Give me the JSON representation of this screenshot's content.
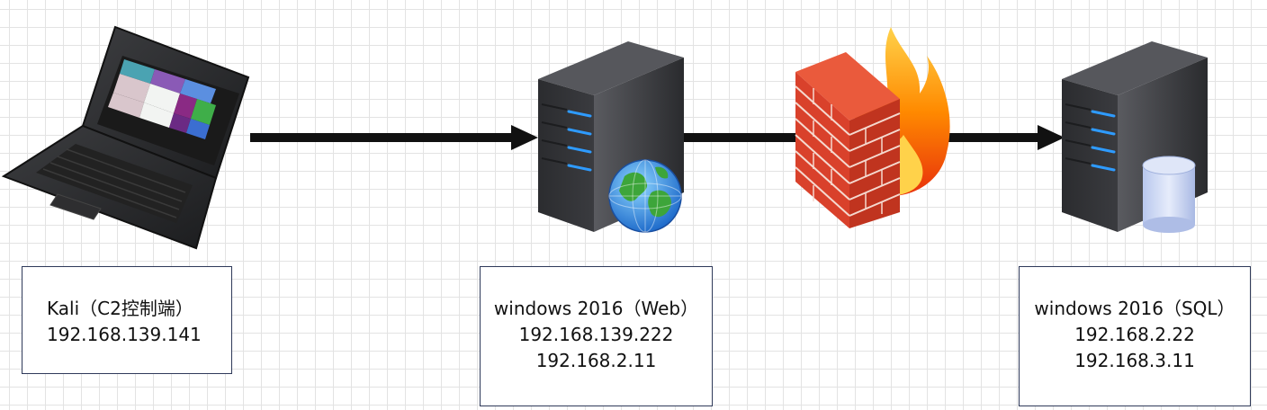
{
  "nodes": {
    "kali": {
      "title": "Kali（C2控制端）",
      "ip1": "192.168.139.141"
    },
    "web": {
      "title": "windows 2016（Web）",
      "ip1": "192.168.139.222",
      "ip2": "192.168.2.11"
    },
    "sql": {
      "title": "windows 2016（SQL）",
      "ip1": "192.168.2.22",
      "ip2": "192.168.3.11"
    }
  },
  "icons": {
    "kali": "laptop-icon",
    "web": "web-server-icon",
    "firewall": "firewall-icon",
    "sql": "database-server-icon"
  },
  "colors": {
    "arrow": "#111111",
    "box_border": "#2f3a5a",
    "server_led": "#2e9bff",
    "firewall_brick": "#d9412b",
    "flame": "#ff8a00"
  }
}
